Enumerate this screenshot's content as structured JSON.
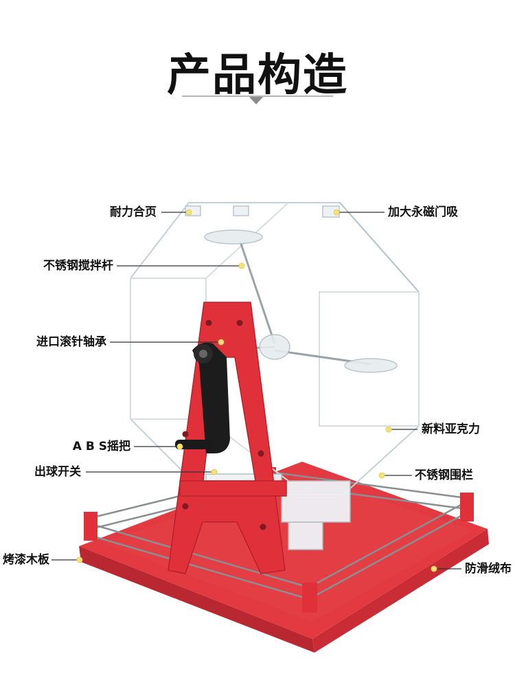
{
  "title": "产品构造",
  "colors": {
    "frame_red": "#e0303a",
    "base_red": "#e23a40",
    "acrylic_edge": "#c9d6dd",
    "callout_dot": "#f4e27a",
    "handle_black": "#1c1c1c"
  },
  "callouts": {
    "hinge": "耐力合页",
    "magnet_latch": "加大永磁门吸",
    "stir_rod": "不锈钢搅拌杆",
    "bearing": "进口滚针轴承",
    "acrylic": "新料亚克力",
    "crank": "A B S摇把",
    "ball_switch": "出球开关",
    "steel_rail": "不锈钢围栏",
    "wood_board": "烤漆木板",
    "felt_pad": "防滑绒布"
  }
}
